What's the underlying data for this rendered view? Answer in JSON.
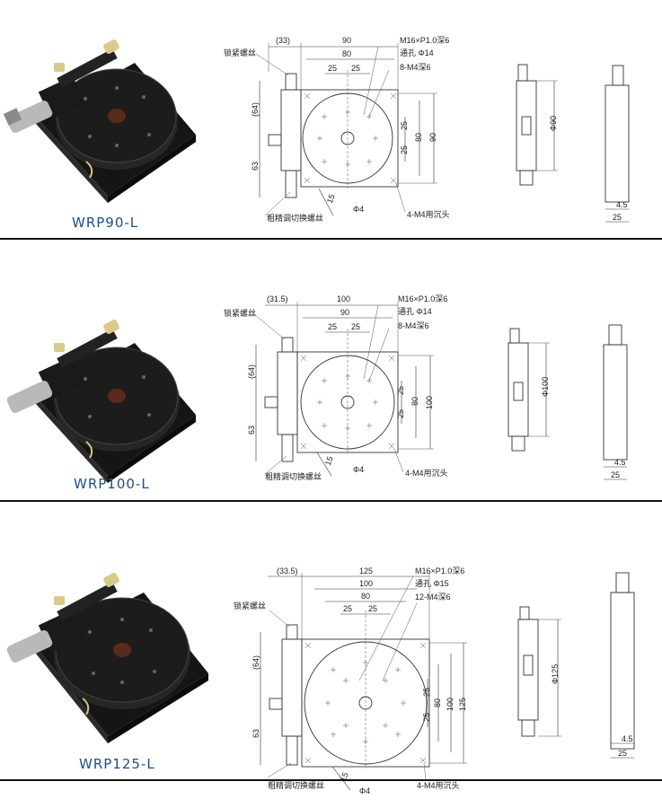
{
  "stages": [
    {
      "model": "WRP90-L",
      "offset_dim": "(33)",
      "width_outer": "90",
      "width_inner": "80",
      "spacing_a": "25",
      "spacing_b": "25",
      "thread_spec": "M16×P1.0深6",
      "through_hole": "通孔 Φ14",
      "tapped_holes": "8-M4深6",
      "lock_screw": "锁紧螺丝",
      "height_upper": "(64)",
      "height_lower": "63",
      "side_dims": [
        "25",
        "25",
        "80",
        "90"
      ],
      "bottom_dim": "15",
      "hole_dim": "Φ4",
      "cb_holes": "4-M4用沉头",
      "adjust_screw": "粗精调切换螺丝",
      "diameter": "Φ90",
      "thick_a": "4.5",
      "thick_b": "25"
    },
    {
      "model": "WRP100-L",
      "offset_dim": "(31.5)",
      "width_outer": "100",
      "width_inner": "90",
      "spacing_a": "25",
      "spacing_b": "25",
      "thread_spec": "M16×P1.0深6",
      "through_hole": "通孔 Φ14",
      "tapped_holes": "8-M4深6",
      "lock_screw": "锁紧螺丝",
      "height_upper": "(64)",
      "height_lower": "63",
      "side_dims": [
        "25",
        "25",
        "80",
        "100"
      ],
      "bottom_dim": "15",
      "hole_dim": "Φ4",
      "cb_holes": "4-M4用沉头",
      "adjust_screw": "粗精调切换螺丝",
      "diameter": "Φ100",
      "thick_a": "4.5",
      "thick_b": "25"
    },
    {
      "model": "WRP125-L",
      "offset_dim": "(33.5)",
      "width_outer": "125",
      "width_mid": "100",
      "width_inner": "80",
      "spacing_a": "25",
      "spacing_b": "25",
      "thread_spec": "M16×P1.0深6",
      "through_hole": "通孔 Φ15",
      "tapped_holes": "12-M4深6",
      "lock_screw": "锁紧螺丝",
      "height_upper": "(64)",
      "height_lower": "63",
      "side_dims": [
        "25",
        "25",
        "80",
        "100",
        "125"
      ],
      "bottom_dim": "15",
      "hole_dim": "Φ4",
      "cb_holes": "4-M4用沉头",
      "adjust_screw": "粗精调切换螺丝",
      "diameter": "Φ125",
      "thick_a": "4.5",
      "thick_b": "25"
    }
  ]
}
